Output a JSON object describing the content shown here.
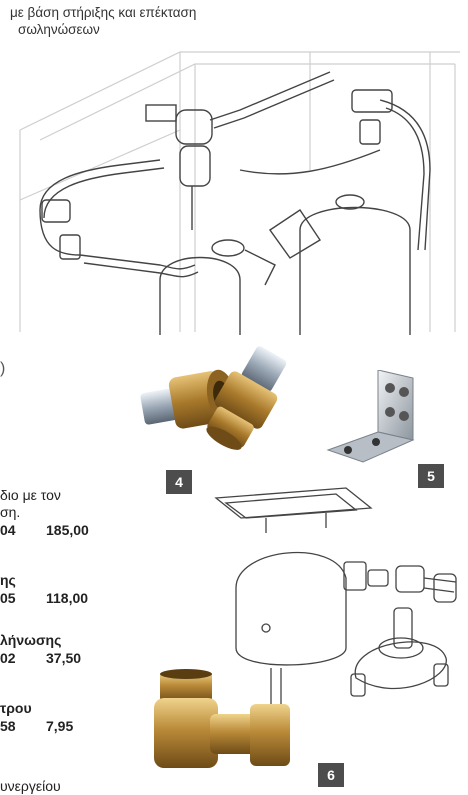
{
  "caption": {
    "line1": "με βάση στήριξης και επέκταση",
    "line2": "σωληνώσεων"
  },
  "labels": {
    "n4": "4",
    "n5": "5",
    "n6": "6"
  },
  "left_text": {
    "line_a": "διο με τον",
    "line_b": "ση.",
    "row1_code": "04",
    "row1_price": "185,00",
    "head2": "ης",
    "row2_code": "05",
    "row2_price": "118,00",
    "head3": "λήνωσης",
    "row3_code": "02",
    "row3_price": "37,50",
    "head4": "τρου",
    "row4_code": "58",
    "row4_price": "7,95",
    "tail": "υνεργείου",
    "paren": ")"
  }
}
